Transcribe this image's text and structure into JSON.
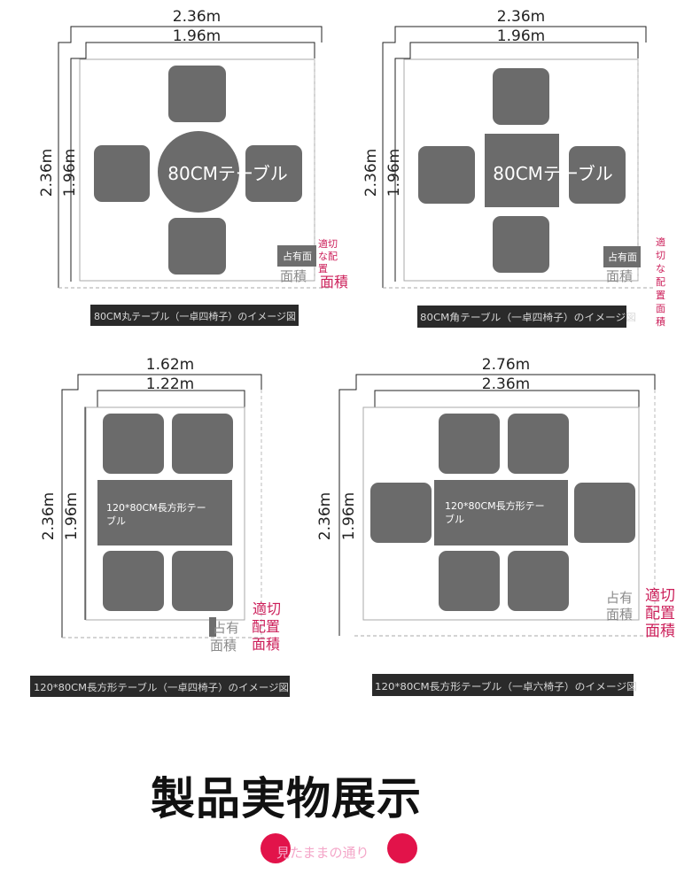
{
  "diagrams": [
    {
      "id": "round-table-4",
      "outer_width": "2.36m",
      "inner_width": "1.96m",
      "outer_height": "2.36m",
      "inner_height": "1.96m",
      "table_label": "80CMテーブル",
      "occupied_label": "占有面",
      "occupied_label_2": "面積",
      "proper_label": [
        "適",
        "切",
        "な",
        "配",
        "置"
      ],
      "proper_label_2": "面積",
      "caption": "80CM丸テーブル（一卓四椅子）のイメージ図"
    },
    {
      "id": "square-table-4",
      "outer_width": "2.36m",
      "inner_width": "1.96m",
      "outer_height": "2.36m",
      "inner_height": "1.96m",
      "table_label": "80CMテーブル",
      "occupied_label": "占有面",
      "occupied_label_2": "面積",
      "proper_label": [
        "適",
        "切",
        "な",
        "配",
        "置",
        "面",
        "積"
      ],
      "caption": "80CM角テーブル（一卓四椅子）のイメージ図"
    },
    {
      "id": "rect-table-4",
      "outer_width": "1.62m",
      "inner_width": "1.22m",
      "outer_height": "2.36m",
      "inner_height": "1.96m",
      "table_label_1": "120*80CM長方形テー",
      "table_label_2": "ブル",
      "occupied_label": "占有",
      "occupied_label_2": "面積",
      "proper_label": [
        "適切",
        "配置",
        "面積"
      ],
      "caption": "120*80CM長方形テーブル（一卓四椅子）のイメージ図"
    },
    {
      "id": "rect-table-6",
      "outer_width": "2.76m",
      "inner_width": "2.36m",
      "outer_height": "2.36m",
      "inner_height": "1.96m",
      "table_label_1": "120*80CM長方形テー",
      "table_label_2": "ブル",
      "occupied_label": "占有",
      "occupied_label_2": "面積",
      "proper_label": [
        "適切",
        "配置",
        "面積"
      ],
      "caption": "120*80CM長方形テーブル（一卓六椅子）のイメージ図"
    }
  ],
  "section_title": "製品実物展示",
  "section_subtitle": "見たままの通り",
  "colors": {
    "chair": "#6b6b6b",
    "accent": "#cc1f5a",
    "dot": "#e2134a",
    "caption_bg": "#2a2a2a"
  }
}
